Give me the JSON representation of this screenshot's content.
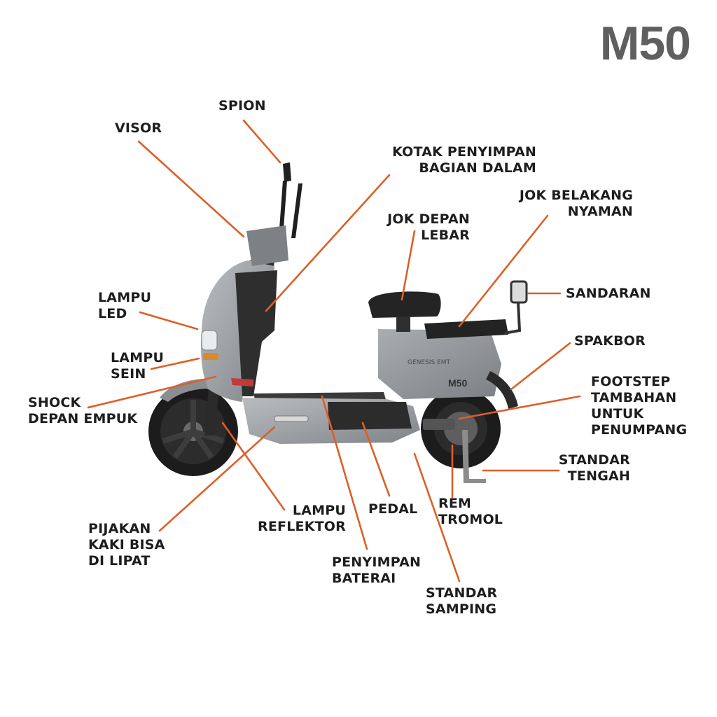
{
  "model": "M50",
  "brand_badge": "GENESIS EMT",
  "panel_badge": "M50",
  "accent_color": "#dc5f27",
  "labels": {
    "spion": "SPION",
    "visor": "VISOR",
    "kotak": "KOTAK PENYIMPAN\nBAGIAN DALAM",
    "jok_belakang": "JOK BELAKANG\nNYAMAN",
    "jok_depan": "JOK DEPAN\nLEBAR",
    "sandaran": "SANDARAN",
    "lampu_led": "LAMPU\nLED",
    "spakbor": "SPAKBOR",
    "lampu_sein": "LAMPU\nSEIN",
    "footstep": "FOOTSTEP\nTAMBAHAN\nUNTUK\nPENUMPANG",
    "shock": "SHOCK\nDEPAN EMPUK",
    "standar_tengah": "STANDAR\nTENGAH",
    "lampu_reflektor": "LAMPU\nREFLEKTOR",
    "pedal": "PEDAL",
    "rem_tromol": "REM\nTROMOL",
    "pijakan": "PIJAKAN\nKAKI BISA\nDI LIPAT",
    "penyimpan_baterai": "PENYIMPAN\nBATERAI",
    "standar_samping": "STANDAR\nSAMPING"
  }
}
